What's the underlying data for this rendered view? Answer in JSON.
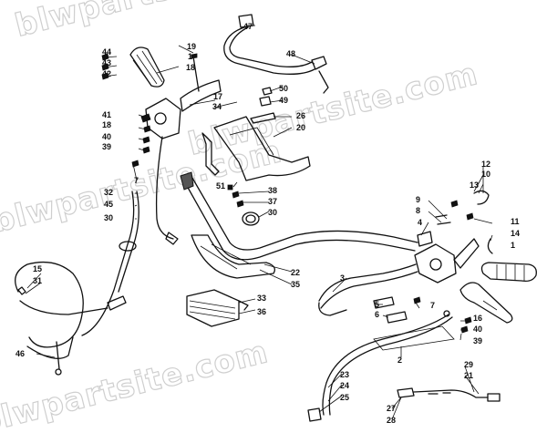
{
  "watermark": {
    "text_1": "blwpartsite.com",
    "text_2": "blwpartsite.com",
    "text_3": "blwpartsite.com",
    "text_4": "blwpartsite.com"
  },
  "callouts": {
    "c1a": "1",
    "c1b": "1",
    "c2": "2",
    "c3": "3",
    "c4": "4",
    "c5": "5",
    "c6": "6",
    "c7a": "7",
    "c7b": "7",
    "c8": "8",
    "c9": "9",
    "c10": "10",
    "c11": "11",
    "c12": "12",
    "c13": "13",
    "c14": "14",
    "c15": "15",
    "c16": "16",
    "c17": "17",
    "c18a": "18",
    "c18b": "18",
    "c19": "19",
    "c20": "20",
    "c21": "21",
    "c22": "22",
    "c23": "23",
    "c24": "24",
    "c25": "25",
    "c26": "26",
    "c27": "27",
    "c28": "28",
    "c29": "29",
    "c30a": "30",
    "c30b": "30",
    "c31": "31",
    "c32": "32",
    "c33": "33",
    "c34": "34",
    "c35": "35",
    "c36": "36",
    "c37": "37",
    "c38": "38",
    "c39a": "39",
    "c39b": "39",
    "c40a": "40",
    "c40b": "40",
    "c41": "41",
    "c42": "42",
    "c43": "43",
    "c44": "44",
    "c45": "45",
    "c46": "46",
    "c47": "47",
    "c48": "48",
    "c49": "49",
    "c50": "50",
    "c51": "51"
  }
}
